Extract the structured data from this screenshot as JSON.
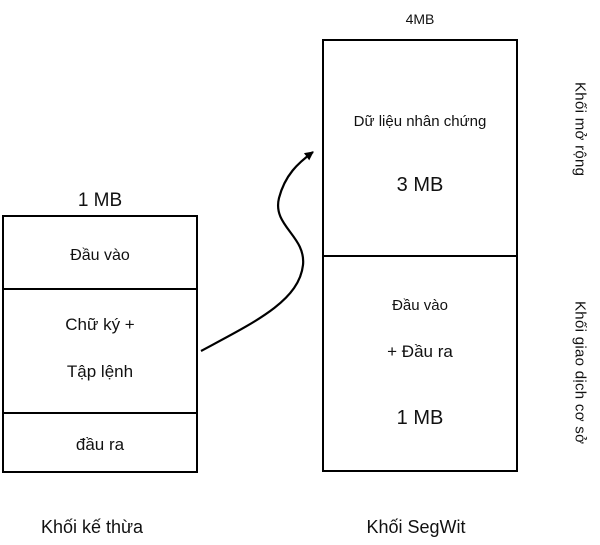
{
  "diagram": {
    "colors": {
      "background": "#ffffff",
      "line": "#000000",
      "text": "#111111"
    },
    "legacy_block": {
      "size_label": "1 MB",
      "caption": "Khối kế thừa",
      "sections": {
        "inputs": "Đầu vào",
        "signature_line1": "Chữ ký +",
        "signature_line2": "Tập lệnh",
        "outputs": "đầu ra"
      }
    },
    "segwit_block": {
      "size_label": "4MB",
      "caption": "Khối SegWit",
      "extension_section": {
        "label": "Dữ liệu nhân chứng",
        "size": "3 MB"
      },
      "base_section": {
        "line1": "Đầu vào",
        "line2": "+ Đầu ra",
        "size": "1 MB"
      }
    },
    "side_labels": {
      "extension": "Khối mở rộng",
      "base": "Khối giao dịch cơ sở"
    }
  }
}
